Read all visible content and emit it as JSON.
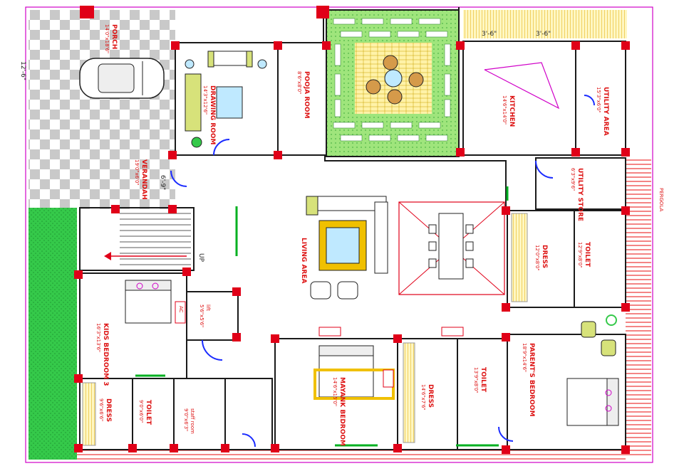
{
  "rooms": {
    "porch": {
      "name": "PORCH",
      "size": "14'0\"x18'6\""
    },
    "drawing_room": {
      "name": "DRAWING ROOM",
      "size": "14'3\"x12'6\""
    },
    "pooja_room": {
      "name": "POOJA ROOM",
      "size": "8'6\"x8'0\""
    },
    "kitchen": {
      "name": "KITCHEN",
      "size": "14'6\"x14'0\""
    },
    "utility_area": {
      "name": "UTILITY AREA",
      "size": "15'3\"x6'0\""
    },
    "verandah": {
      "name": "VERANDAH",
      "size": "19'0\"x6'0\""
    },
    "utility_store": {
      "name": "UTILITY STORE",
      "size": "6'3\"x9'6\""
    },
    "living_area": {
      "name": "LIVING AREA"
    },
    "dress_top": {
      "name": "DRESS",
      "size": "12'0\"x8'0\""
    },
    "toilet_top": {
      "name": "TOILET",
      "size": "12'9\"x8'0\""
    },
    "kids_bedroom": {
      "name": "KIDS BEDROOM 3",
      "size": "16'3\"x13'6\""
    },
    "lift": {
      "name": "lift",
      "size": "5'6\"x5'6\""
    },
    "parents_bedroom": {
      "name": "PARENT'S BEDROOM",
      "size": "18'9\"x14'6\""
    },
    "mayank_bedroom": {
      "name": "MAYANK BEDROOM",
      "size": "14'6\"x15'0\""
    },
    "dress_mid": {
      "name": "DRESS",
      "size": "14'6\"x7'6\""
    },
    "toilet_mid": {
      "name": "TOILET",
      "size": "13'9\"x8'0\""
    },
    "dress_left": {
      "name": "DRESS",
      "size": "9'6\"x6'6\""
    },
    "toilet_left": {
      "name": "TOILET",
      "size": "9'0\"x6'0\""
    },
    "staff_room": {
      "name": "staff room",
      "size": "9'0\"x6'3\""
    }
  },
  "labels": {
    "up": "UP",
    "ac": "AC",
    "pergola": "PERGOLA",
    "dim_left": "12'-6\"",
    "dim_verandah": "6'-9\"",
    "dim_kitchen_a": "3'-6\"",
    "dim_kitchen_b": "3'-6\""
  },
  "colors": {
    "wall": "#1a1a1a",
    "column": "#e00018",
    "furniture": "#d000c8",
    "door": "#1b2cff",
    "lawn": "#35c94a",
    "courtyard": "#8ede6e",
    "hatch": "#f0c000",
    "tile": "#c9c9c9"
  }
}
